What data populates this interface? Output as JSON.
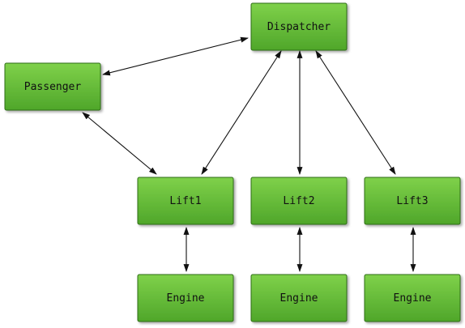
{
  "diagram": {
    "nodes": [
      {
        "id": "dispatcher",
        "label": "Dispatcher"
      },
      {
        "id": "passenger",
        "label": "Passenger"
      },
      {
        "id": "lift1",
        "label": "Lift1"
      },
      {
        "id": "lift2",
        "label": "Lift2"
      },
      {
        "id": "lift3",
        "label": "Lift3"
      },
      {
        "id": "engine1",
        "label": "Engine"
      },
      {
        "id": "engine2",
        "label": "Engine"
      },
      {
        "id": "engine3",
        "label": "Engine"
      }
    ],
    "edges": [
      {
        "from": "passenger",
        "to": "dispatcher",
        "direction": "both"
      },
      {
        "from": "passenger",
        "to": "lift1",
        "direction": "both"
      },
      {
        "from": "dispatcher",
        "to": "lift1",
        "direction": "both"
      },
      {
        "from": "dispatcher",
        "to": "lift2",
        "direction": "both"
      },
      {
        "from": "dispatcher",
        "to": "lift3",
        "direction": "both"
      },
      {
        "from": "lift1",
        "to": "engine1",
        "direction": "both"
      },
      {
        "from": "lift2",
        "to": "engine2",
        "direction": "both"
      },
      {
        "from": "lift3",
        "to": "engine3",
        "direction": "both"
      }
    ],
    "colors": {
      "node_top": "#7fd14a",
      "node_bottom": "#4fa62a",
      "node_border": "#2f6e17",
      "edge": "#111111"
    }
  }
}
